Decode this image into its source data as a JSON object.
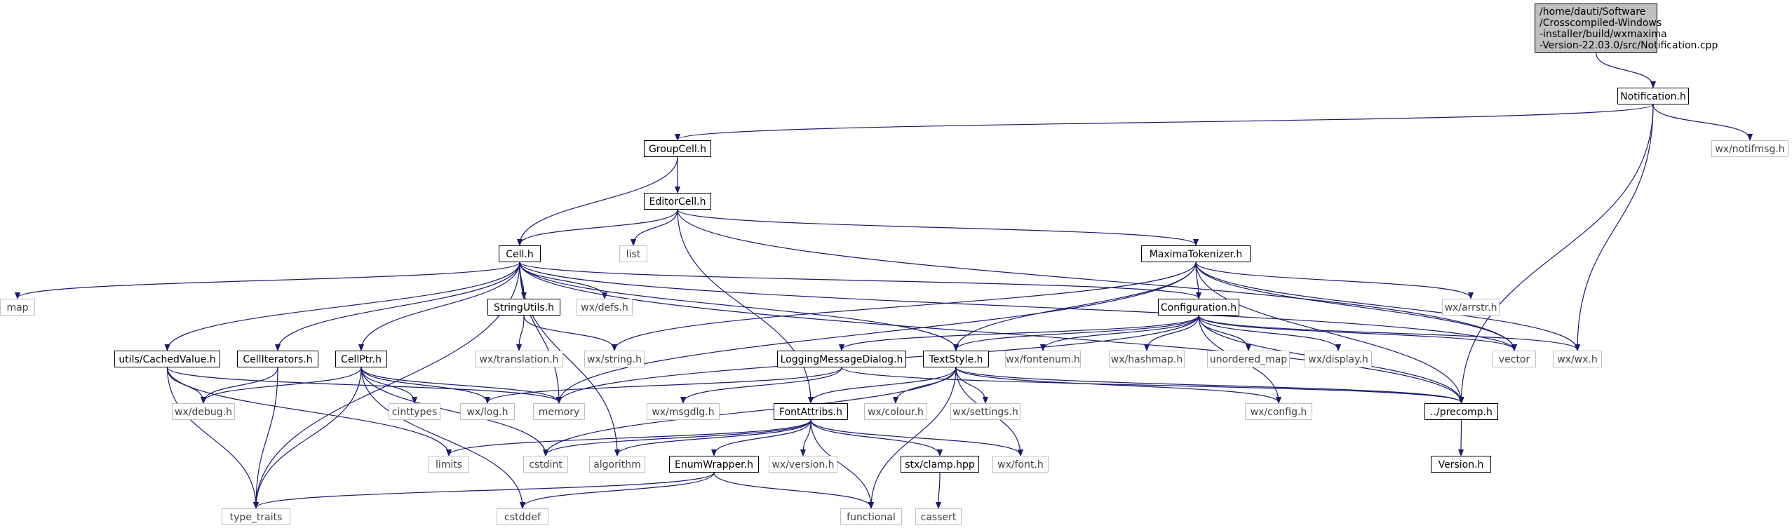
{
  "colors": {
    "edge": "#191970",
    "internal_stroke": "#000000",
    "internal_fill": "#ffffff",
    "external_stroke": "#bfbfbf",
    "external_fill": "#ffffff",
    "root_fill": "#bfbfbf",
    "external_text": "#404040",
    "internal_text": "#000000"
  },
  "nodes": [
    {
      "id": "root",
      "kind": "root",
      "lines": [
        "/home/dauti/Software",
        "/Crosscompiled-Windows",
        "-installer/build/wxmaxima",
        "-Version-22.03.0/src/Notification.cpp"
      ]
    },
    {
      "id": "notification_h",
      "kind": "internal",
      "lines": [
        "Notification.h"
      ]
    },
    {
      "id": "groupcell_h",
      "kind": "internal",
      "lines": [
        "GroupCell.h"
      ]
    },
    {
      "id": "notifmsg_h",
      "kind": "external",
      "lines": [
        "wx/notifmsg.h"
      ]
    },
    {
      "id": "editorcell_h",
      "kind": "internal",
      "lines": [
        "EditorCell.h"
      ]
    },
    {
      "id": "cell_h",
      "kind": "internal",
      "lines": [
        "Cell.h"
      ]
    },
    {
      "id": "list",
      "kind": "external",
      "lines": [
        "list"
      ]
    },
    {
      "id": "maximatokenizer_h",
      "kind": "internal",
      "lines": [
        "MaximaTokenizer.h"
      ]
    },
    {
      "id": "map",
      "kind": "external",
      "lines": [
        "map"
      ]
    },
    {
      "id": "stringutils_h",
      "kind": "internal",
      "lines": [
        "StringUtils.h"
      ]
    },
    {
      "id": "wxdefs_h",
      "kind": "external",
      "lines": [
        "wx/defs.h"
      ]
    },
    {
      "id": "configuration_h",
      "kind": "internal",
      "lines": [
        "Configuration.h"
      ]
    },
    {
      "id": "wxarrstr_h",
      "kind": "external",
      "lines": [
        "wx/arrstr.h"
      ]
    },
    {
      "id": "wxtranslation_h",
      "kind": "external",
      "lines": [
        "wx/translation.h"
      ]
    },
    {
      "id": "wxstring_h",
      "kind": "external",
      "lines": [
        "wx/string.h"
      ]
    },
    {
      "id": "cachedvalue_h",
      "kind": "internal",
      "lines": [
        "utils/CachedValue.h"
      ]
    },
    {
      "id": "celliterators_h",
      "kind": "internal",
      "lines": [
        "CellIterators.h"
      ]
    },
    {
      "id": "cellptr_h",
      "kind": "internal",
      "lines": [
        "CellPtr.h"
      ]
    },
    {
      "id": "loggingmessagedialog_h",
      "kind": "internal",
      "lines": [
        "LoggingMessageDialog.h"
      ]
    },
    {
      "id": "textstyle_h",
      "kind": "internal",
      "lines": [
        "TextStyle.h"
      ]
    },
    {
      "id": "wxfontenum_h",
      "kind": "external",
      "lines": [
        "wx/fontenum.h"
      ]
    },
    {
      "id": "wxhashmap_h",
      "kind": "external",
      "lines": [
        "wx/hashmap.h"
      ]
    },
    {
      "id": "unordered_map",
      "kind": "external",
      "lines": [
        "unordered_map"
      ]
    },
    {
      "id": "wxdisplay_h",
      "kind": "external",
      "lines": [
        "wx/display.h"
      ]
    },
    {
      "id": "vector",
      "kind": "external",
      "lines": [
        "vector"
      ]
    },
    {
      "id": "wxwx_h",
      "kind": "external",
      "lines": [
        "wx/wx.h"
      ]
    },
    {
      "id": "wxdebug_h",
      "kind": "external",
      "lines": [
        "wx/debug.h"
      ]
    },
    {
      "id": "cinttypes",
      "kind": "external",
      "lines": [
        "cinttypes"
      ]
    },
    {
      "id": "wxlog_h",
      "kind": "external",
      "lines": [
        "wx/log.h"
      ]
    },
    {
      "id": "memory",
      "kind": "external",
      "lines": [
        "memory"
      ]
    },
    {
      "id": "wxmsgdlg_h",
      "kind": "external",
      "lines": [
        "wx/msgdlg.h"
      ]
    },
    {
      "id": "fontattribs_h",
      "kind": "internal",
      "lines": [
        "FontAttribs.h"
      ]
    },
    {
      "id": "wxcolour_h",
      "kind": "external",
      "lines": [
        "wx/colour.h"
      ]
    },
    {
      "id": "wxsettings_h",
      "kind": "external",
      "lines": [
        "wx/settings.h"
      ]
    },
    {
      "id": "wxconfig_h",
      "kind": "external",
      "lines": [
        "wx/config.h"
      ]
    },
    {
      "id": "precomp_h",
      "kind": "internal",
      "lines": [
        "../precomp.h"
      ]
    },
    {
      "id": "limits",
      "kind": "external",
      "lines": [
        "limits"
      ]
    },
    {
      "id": "cstdint",
      "kind": "external",
      "lines": [
        "cstdint"
      ]
    },
    {
      "id": "algorithm",
      "kind": "external",
      "lines": [
        "algorithm"
      ]
    },
    {
      "id": "wxversion_h",
      "kind": "external",
      "lines": [
        "wx/version.h"
      ]
    },
    {
      "id": "stxclamp_hpp",
      "kind": "internal",
      "lines": [
        "stx/clamp.hpp"
      ]
    },
    {
      "id": "wxfont_h",
      "kind": "external",
      "lines": [
        "wx/font.h"
      ]
    },
    {
      "id": "version_h",
      "kind": "internal",
      "lines": [
        "Version.h"
      ]
    },
    {
      "id": "enumwrapper_h",
      "kind": "internal",
      "lines": [
        "EnumWrapper.h"
      ]
    },
    {
      "id": "type_traits",
      "kind": "external",
      "lines": [
        "type_traits"
      ]
    },
    {
      "id": "cstddef",
      "kind": "external",
      "lines": [
        "cstddef"
      ]
    },
    {
      "id": "functional",
      "kind": "external",
      "lines": [
        "functional"
      ]
    },
    {
      "id": "cassert",
      "kind": "external",
      "lines": [
        "cassert"
      ]
    }
  ],
  "edges": [
    [
      "root",
      "notification_h"
    ],
    [
      "notification_h",
      "groupcell_h"
    ],
    [
      "notification_h",
      "notifmsg_h"
    ],
    [
      "notification_h",
      "wxwx_h"
    ],
    [
      "notification_h",
      "precomp_h"
    ],
    [
      "groupcell_h",
      "editorcell_h"
    ],
    [
      "groupcell_h",
      "cell_h"
    ],
    [
      "editorcell_h",
      "cell_h"
    ],
    [
      "editorcell_h",
      "list"
    ],
    [
      "editorcell_h",
      "maximatokenizer_h"
    ],
    [
      "editorcell_h",
      "fontattribs_h"
    ],
    [
      "editorcell_h",
      "vector"
    ],
    [
      "cell_h",
      "map"
    ],
    [
      "cell_h",
      "cachedvalue_h"
    ],
    [
      "cell_h",
      "celliterators_h"
    ],
    [
      "cell_h",
      "cellptr_h"
    ],
    [
      "cell_h",
      "memory"
    ],
    [
      "cell_h",
      "algorithm"
    ],
    [
      "cell_h",
      "stringutils_h"
    ],
    [
      "cell_h",
      "wxdefs_h"
    ],
    [
      "cell_h",
      "textstyle_h"
    ],
    [
      "cell_h",
      "configuration_h"
    ],
    [
      "cell_h",
      "vector"
    ],
    [
      "cell_h",
      "precomp_h"
    ],
    [
      "cell_h",
      "type_traits"
    ],
    [
      "maximatokenizer_h",
      "configuration_h"
    ],
    [
      "maximatokenizer_h",
      "textstyle_h"
    ],
    [
      "maximatokenizer_h",
      "wxstring_h"
    ],
    [
      "maximatokenizer_h",
      "wxarrstr_h"
    ],
    [
      "maximatokenizer_h",
      "vector"
    ],
    [
      "maximatokenizer_h",
      "wxwx_h"
    ],
    [
      "maximatokenizer_h",
      "memory"
    ],
    [
      "maximatokenizer_h",
      "precomp_h"
    ],
    [
      "stringutils_h",
      "wxtranslation_h"
    ],
    [
      "stringutils_h",
      "wxstring_h"
    ],
    [
      "configuration_h",
      "loggingmessagedialog_h"
    ],
    [
      "configuration_h",
      "textstyle_h"
    ],
    [
      "configuration_h",
      "wxfontenum_h"
    ],
    [
      "configuration_h",
      "wxhashmap_h"
    ],
    [
      "configuration_h",
      "unordered_map"
    ],
    [
      "configuration_h",
      "wxdisplay_h"
    ],
    [
      "configuration_h",
      "vector"
    ],
    [
      "configuration_h",
      "wxwx_h"
    ],
    [
      "configuration_h",
      "precomp_h"
    ],
    [
      "configuration_h",
      "wxconfig_h"
    ],
    [
      "configuration_h",
      "memory"
    ],
    [
      "cachedvalue_h",
      "wxdebug_h"
    ],
    [
      "cachedvalue_h",
      "memory"
    ],
    [
      "cachedvalue_h",
      "limits"
    ],
    [
      "cachedvalue_h",
      "type_traits"
    ],
    [
      "celliterators_h",
      "wxdebug_h"
    ],
    [
      "celliterators_h",
      "type_traits"
    ],
    [
      "cellptr_h",
      "wxdebug_h"
    ],
    [
      "cellptr_h",
      "cinttypes"
    ],
    [
      "cellptr_h",
      "wxlog_h"
    ],
    [
      "cellptr_h",
      "memory"
    ],
    [
      "cellptr_h",
      "cstdint"
    ],
    [
      "cellptr_h",
      "cstddef"
    ],
    [
      "cellptr_h",
      "type_traits"
    ],
    [
      "loggingmessagedialog_h",
      "wxmsgdlg_h"
    ],
    [
      "loggingmessagedialog_h",
      "wxlog_h"
    ],
    [
      "loggingmessagedialog_h",
      "precomp_h"
    ],
    [
      "textstyle_h",
      "fontattribs_h"
    ],
    [
      "textstyle_h",
      "wxcolour_h"
    ],
    [
      "textstyle_h",
      "wxsettings_h"
    ],
    [
      "textstyle_h",
      "wxconfig_h"
    ],
    [
      "textstyle_h",
      "wxfont_h"
    ],
    [
      "textstyle_h",
      "precomp_h"
    ],
    [
      "textstyle_h",
      "cstdint"
    ],
    [
      "textstyle_h",
      "functional"
    ],
    [
      "fontattribs_h",
      "limits"
    ],
    [
      "fontattribs_h",
      "cstdint"
    ],
    [
      "fontattribs_h",
      "algorithm"
    ],
    [
      "fontattribs_h",
      "wxversion_h"
    ],
    [
      "fontattribs_h",
      "stxclamp_hpp"
    ],
    [
      "fontattribs_h",
      "wxfont_h"
    ],
    [
      "fontattribs_h",
      "enumwrapper_h"
    ],
    [
      "fontattribs_h",
      "functional"
    ],
    [
      "precomp_h",
      "version_h"
    ],
    [
      "enumwrapper_h",
      "type_traits"
    ],
    [
      "enumwrapper_h",
      "cstddef"
    ],
    [
      "enumwrapper_h",
      "functional"
    ],
    [
      "stxclamp_hpp",
      "cassert"
    ]
  ]
}
